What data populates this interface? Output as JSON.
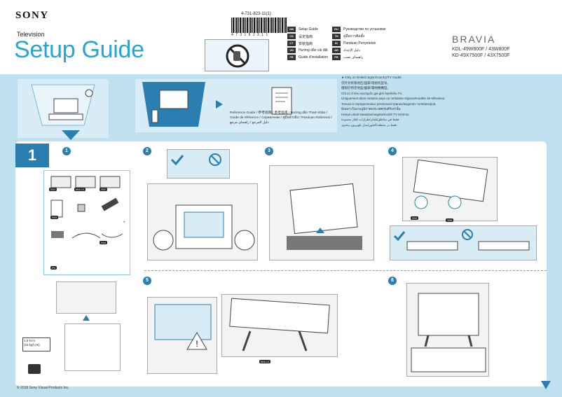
{
  "header": {
    "brand": "SONY",
    "subtitle": "Television",
    "title": "Setup Guide",
    "product_brand": "BRAVIA",
    "models": [
      "KDL-49W800F / 43W800F",
      "KD-49X7500F / 43X7500F"
    ],
    "part_number": "4-731-823-11(1)",
    "barcode_digits": "4 7 3 1 8 2 3 1 1"
  },
  "languages": [
    {
      "code": "GB",
      "name": "Setup Guide"
    },
    {
      "code": "CS",
      "name": "设定指南"
    },
    {
      "code": "CT",
      "name": "安裝指南"
    },
    {
      "code": "VN",
      "name": "Hướng dẫn cài đặt"
    },
    {
      "code": "FR",
      "name": "Guide d'installation"
    },
    {
      "code": "RU",
      "name": "Руководство по установке"
    },
    {
      "code": "TH",
      "name": "คู่มือการติดตั้ง"
    },
    {
      "code": "ID",
      "name": "Panduan Penyetelan"
    },
    {
      "code": "AR",
      "name": "دليل الإعداد"
    },
    {
      "code": "PR",
      "name": "راهنمای نصب"
    }
  ],
  "notes": [
    "★ Only on limited region/country/TV model.",
    "仅针对有限地区/国家/电视机型号。",
    "僅限於特定地區/國家/電視機機型。",
    "Chỉ có ở khu vực/quốc gia giới hạn/kiểu TV.",
    "Uniquement dans certains pays ou certaines régions/modèle de téléviseur.",
    "Только в определенных регионах/странах/моделях телевизоров.",
    "มีเฉพาะในบางภูมิภาค/ประเทศ/รุ่นทีวีเท่านั้น",
    "Hanya untuk kawasan/negara/model TV tertentu.",
    "فقط في مناطق/بلدان/طرازات تلفاز محدودة.",
    "فقط در منطقه/کشور/مدل تلویزیون محدود."
  ],
  "reference": {
    "text": "Reference Guide / 参考指南 / 参考指南 / Hướng dẫn Tham khảo / Guide de référence / Справочник / คู่มืออ้างอิง / Panduan Referensi / دليل المرجع / راهنمای مرجع"
  },
  "steps": {
    "main": "1",
    "sub": [
      "1",
      "2",
      "3",
      "4",
      "5",
      "6"
    ]
  },
  "parts": {
    "labels": [
      "S01",
      "M4L12",
      "S02",
      "S03",
      "S04",
      "S05",
      "P4",
      "*"
    ],
    "torque": "1.5 N·m\n{15 kgf·cm}",
    "screw_label": "M4L12"
  },
  "footer": {
    "copyright": "© 2018 Sony Visual Products Inc."
  },
  "colors": {
    "accent": "#29a5d4",
    "band": "#bfe0ef",
    "step": "#2a7fb0"
  }
}
